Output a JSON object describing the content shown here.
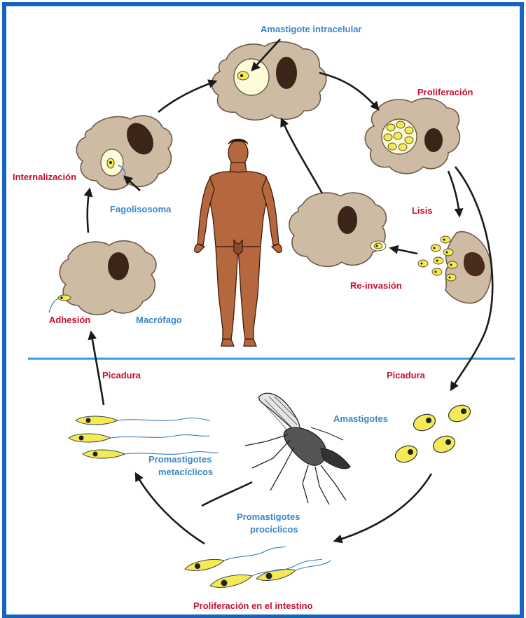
{
  "colors": {
    "border": "#1565c0",
    "divider": "#3a9ad9",
    "label_red": "#c8102e",
    "label_blue": "#3a86c8",
    "cell_fill": "#cdbba3",
    "nucleus": "#3b2418",
    "parasite_fill": "#f3ea56",
    "skin": "#b5673e"
  },
  "labels": {
    "amastigote_intracelular": "Amastigote intracelular",
    "proliferacion": "Proliferación",
    "internalizacion": "Internalización",
    "fagolisosoma": "Fagolisosoma",
    "lisis": "Lisis",
    "reinvasion": "Re-invasión",
    "adhesion": "Adhesión",
    "macrofago": "Macrófago",
    "picadura_left": "Picadura",
    "picadura_right": "Picadura",
    "amastigotes": "Amastigotes",
    "promastigotes_metaciclicos_1": "Promastigotes",
    "promastigotes_metaciclicos_2": "metacíclicos",
    "promastigotes_prociclicos_1": "Promastigotes",
    "promastigotes_prociclicos_2": "procíclicos",
    "proliferacion_intestino": "Proliferación en el intestino"
  },
  "icons": [
    "macrophage-icon",
    "human-figure-icon",
    "sandfly-icon",
    "amastigote-icon",
    "promastigote-icon"
  ]
}
